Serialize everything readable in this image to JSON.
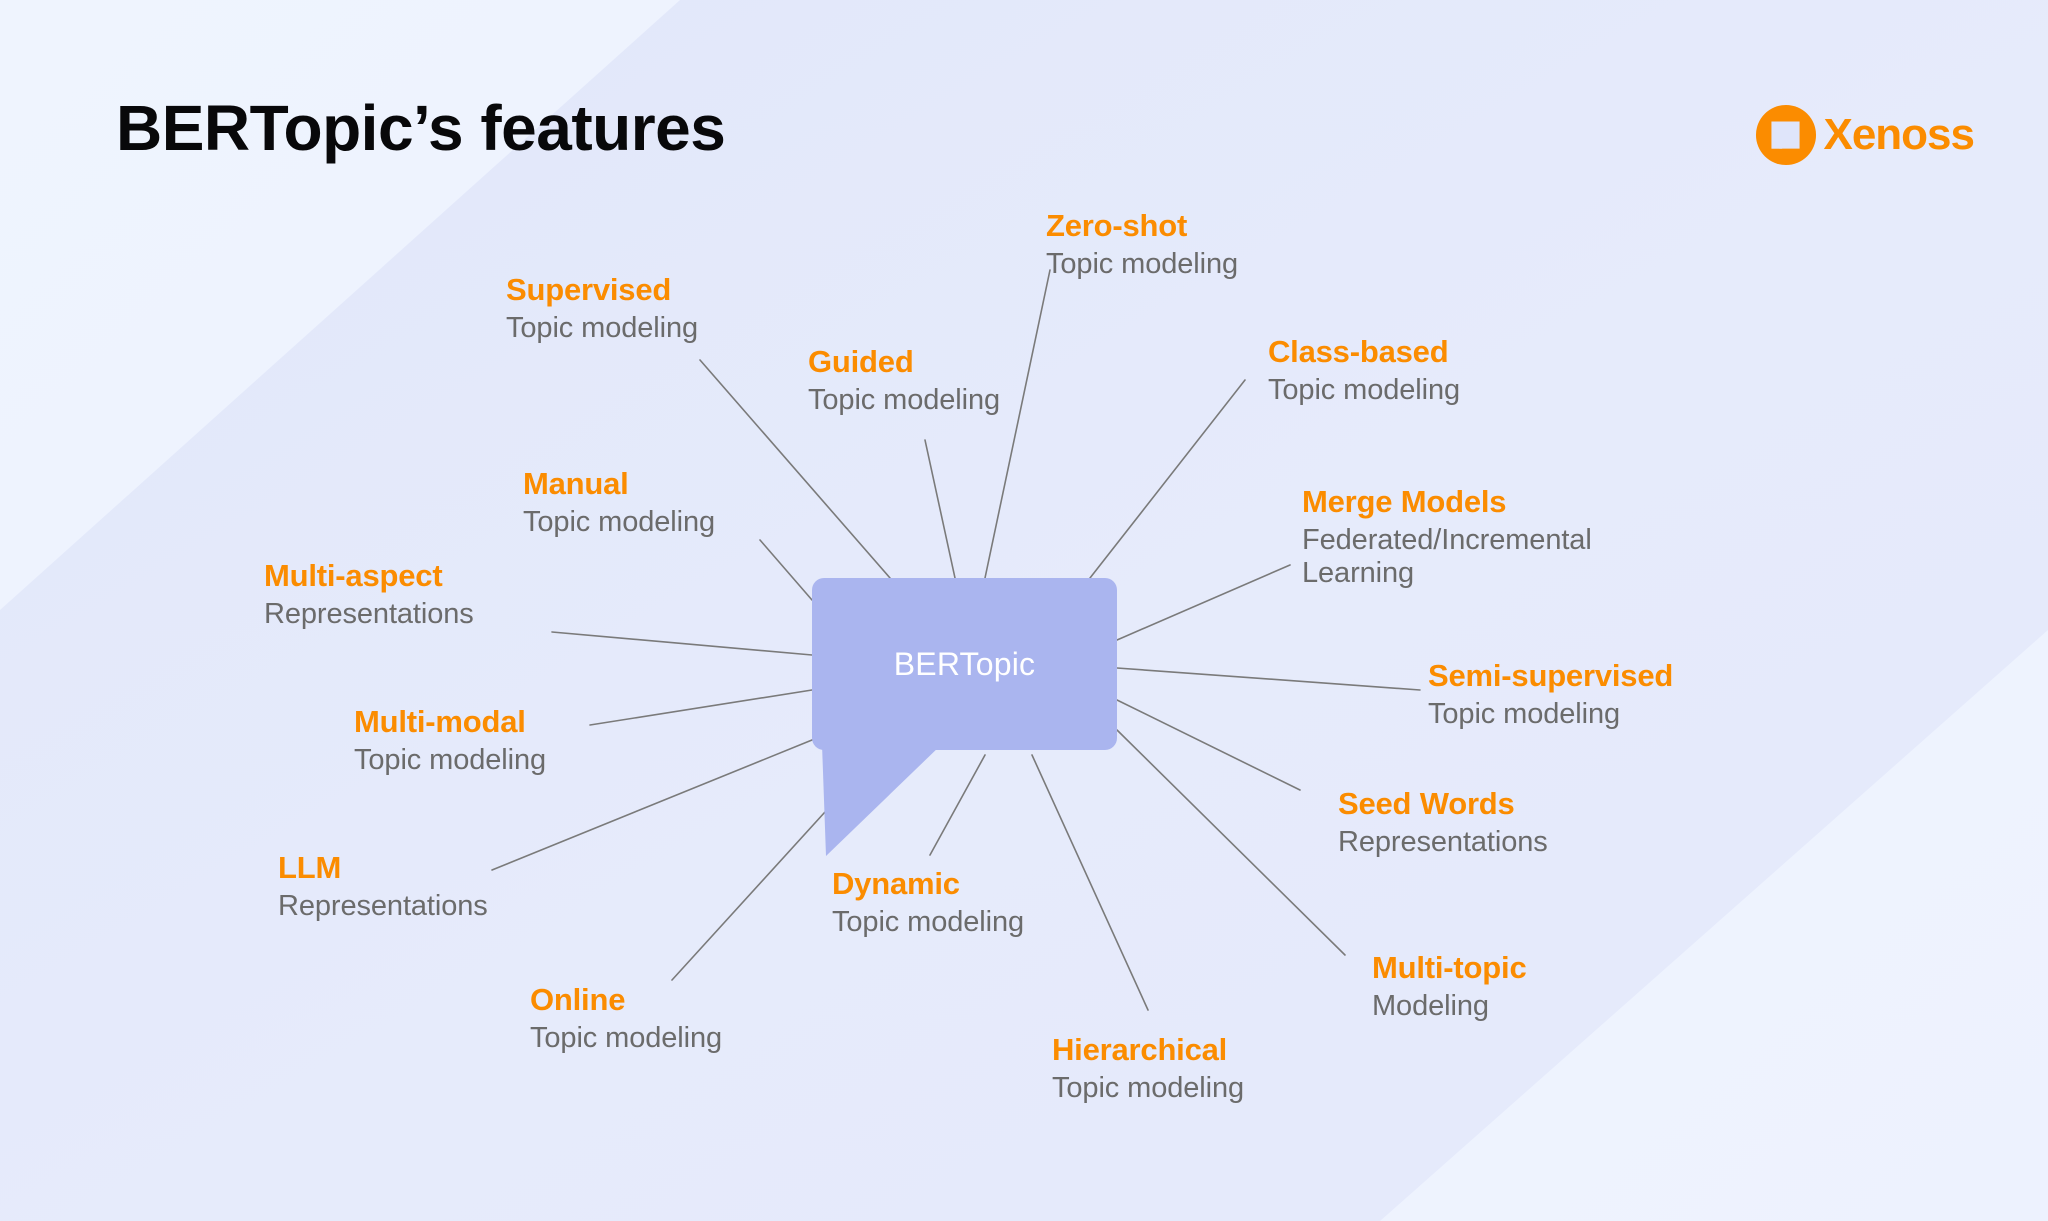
{
  "header": {
    "title": "BERTopic’s features",
    "logo": {
      "wordmark": "Xenoss",
      "mark_icon": "xenoss-circle-x-icon",
      "color": "#fb8c00"
    }
  },
  "theme": {
    "background_light": "#eef4fe",
    "background_band": "#e3e8fa",
    "accent_orange": "#fb8c00",
    "subtitle_gray": "#6b6b6b",
    "bubble_purple": "#aab5ef",
    "bubble_text": "#ffffff",
    "connector_gray": "#7a7a7a",
    "title_black": "#08080a"
  },
  "diagram": {
    "type": "radial-mindmap",
    "center": {
      "label": "BERTopic",
      "shape": "speech-bubble",
      "tail_direction": "down-left"
    },
    "features": [
      {
        "id": "zero-shot",
        "title": "Zero-shot",
        "subtitle": "Topic modeling"
      },
      {
        "id": "supervised",
        "title": "Supervised",
        "subtitle": "Topic modeling"
      },
      {
        "id": "guided",
        "title": "Guided",
        "subtitle": "Topic modeling"
      },
      {
        "id": "class-based",
        "title": "Class-based",
        "subtitle": "Topic modeling"
      },
      {
        "id": "manual",
        "title": "Manual",
        "subtitle": "Topic modeling"
      },
      {
        "id": "merge-models",
        "title": "Merge Models",
        "subtitle": "Federated/Incremental Learning"
      },
      {
        "id": "multi-aspect",
        "title": "Multi-aspect",
        "subtitle": "Representations"
      },
      {
        "id": "semi-supervised",
        "title": "Semi-supervised",
        "subtitle": "Topic modeling"
      },
      {
        "id": "multi-modal",
        "title": "Multi-modal",
        "subtitle": "Topic modeling"
      },
      {
        "id": "seed-words",
        "title": "Seed Words",
        "subtitle": "Representations"
      },
      {
        "id": "llm",
        "title": "LLM",
        "subtitle": "Representations"
      },
      {
        "id": "multi-topic",
        "title": "Multi-topic",
        "subtitle": "Modeling"
      },
      {
        "id": "dynamic",
        "title": "Dynamic",
        "subtitle": "Topic modeling"
      },
      {
        "id": "online",
        "title": "Online",
        "subtitle": "Topic modeling"
      },
      {
        "id": "hierarchical",
        "title": "Hierarchical",
        "subtitle": "Topic modeling"
      }
    ]
  }
}
